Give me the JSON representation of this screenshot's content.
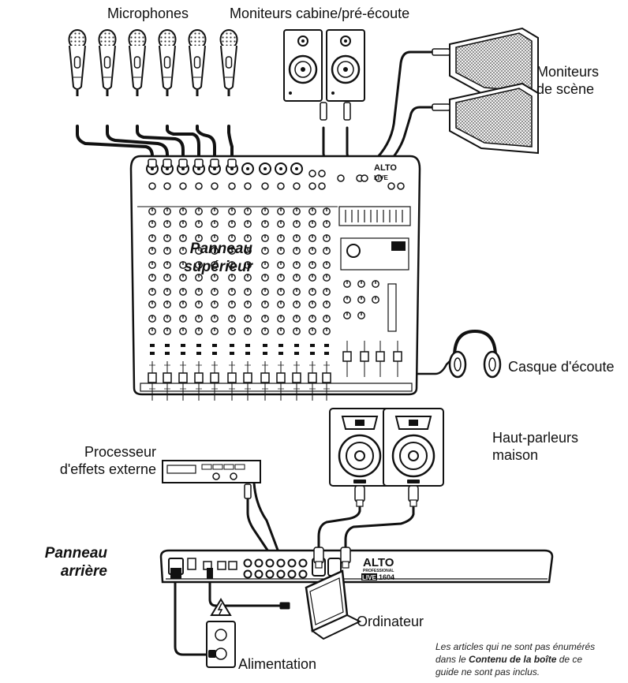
{
  "labels": {
    "microphones": "Microphones",
    "cabin_monitors": "Moniteurs cabine/pré-écoute",
    "stage_monitors_1": "Moniteurs",
    "stage_monitors_2": "de scène",
    "top_panel_1": "Panneau",
    "top_panel_2": "supérieur",
    "headphones": "Casque d'écoute",
    "home_speakers_1": "Haut-parleurs",
    "home_speakers_2": "maison",
    "fx_processor_1": "Processeur",
    "fx_processor_2": "d'effets externe",
    "rear_panel_1": "Panneau",
    "rear_panel_2": "arrière",
    "computer": "Ordinateur",
    "power": "Alimentation"
  },
  "note": {
    "line1": "Les articles qui ne sont pas énumérés",
    "line2_pre": "dans le ",
    "line2_bold": "Contenu de la boîte",
    "line2_post": " de ce",
    "line3": "guide ne sont pas inclus."
  },
  "brand": {
    "logo": "ALTO",
    "logo_sub": "PROFESSIONAL",
    "top_model": "LIVE",
    "rear_model_a": "LIVE",
    "rear_model_b": "1604"
  }
}
